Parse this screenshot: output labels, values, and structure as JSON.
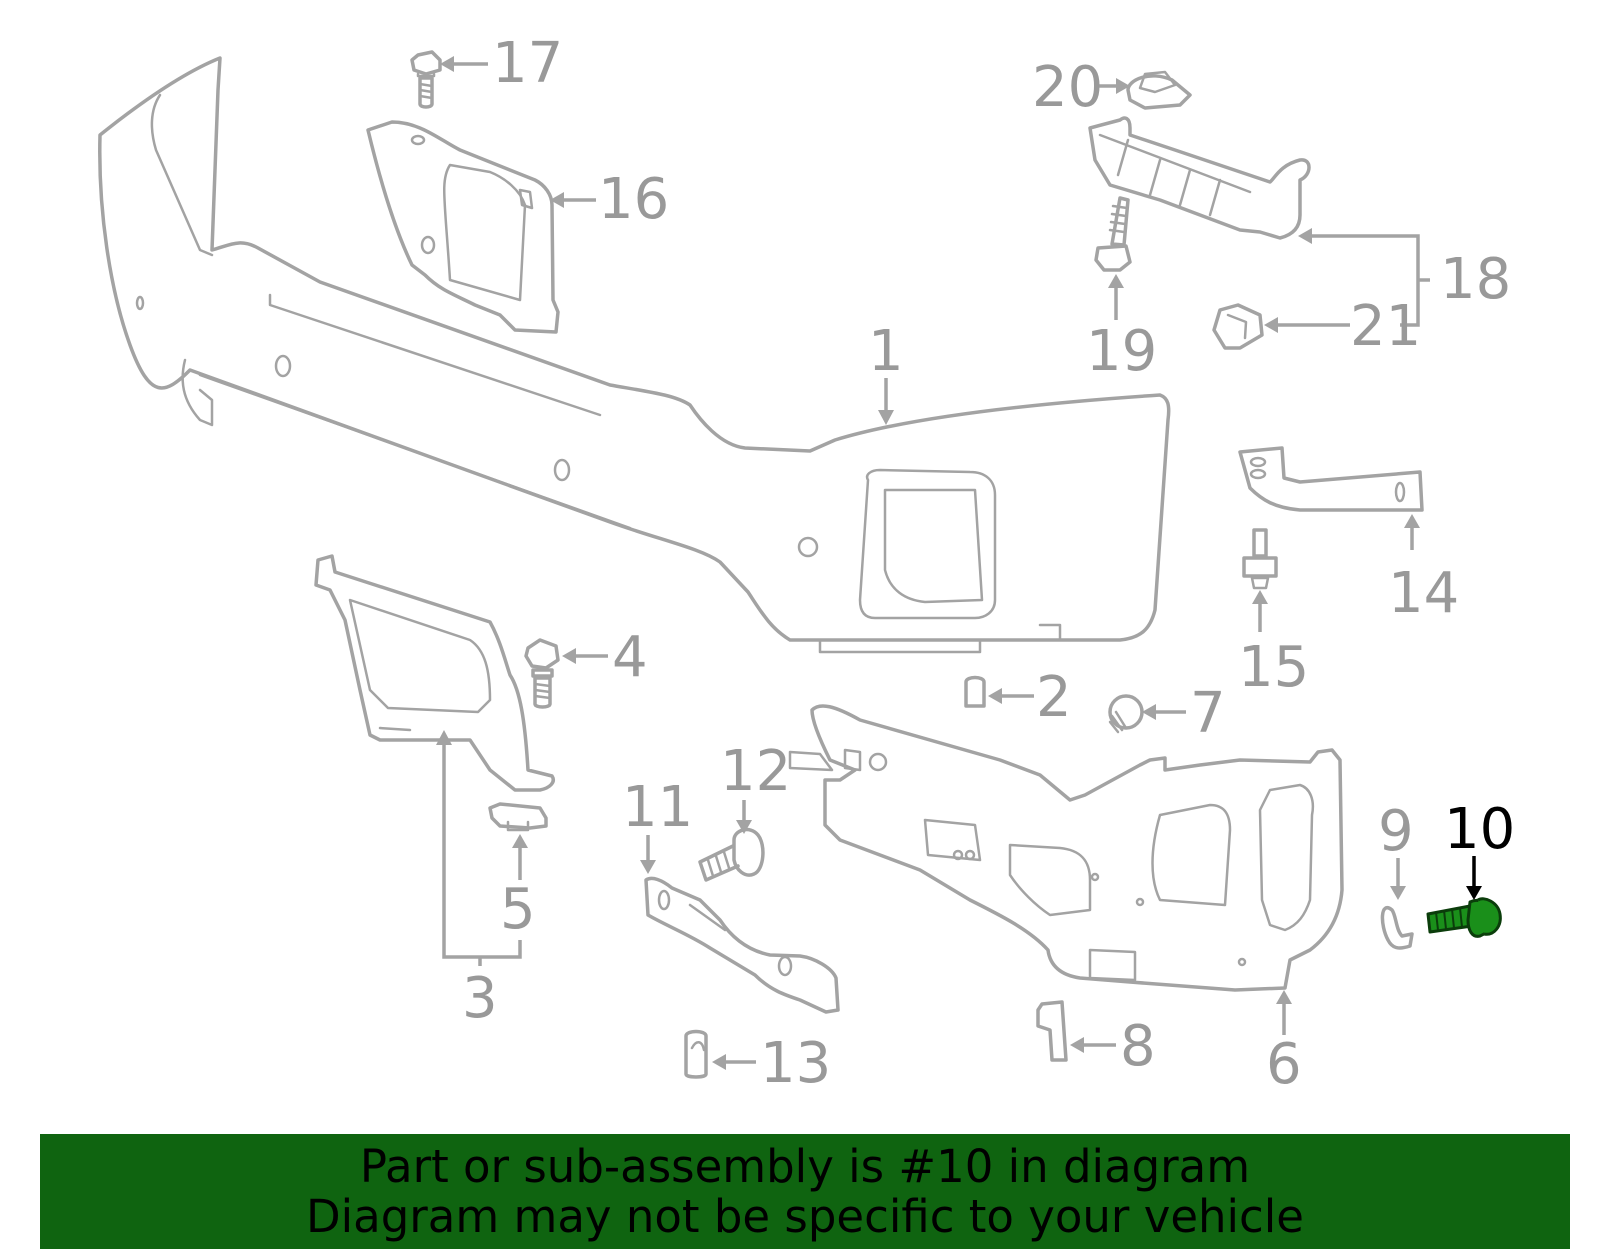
{
  "diagram": {
    "highlighted_part": "10",
    "highlight_color": "#1a8f1a",
    "callouts": {
      "c1": "1",
      "c2": "2",
      "c3": "3",
      "c4": "4",
      "c5": "5",
      "c6": "6",
      "c7": "7",
      "c8": "8",
      "c9": "9",
      "c10": "10",
      "c11": "11",
      "c12": "12",
      "c13": "13",
      "c14": "14",
      "c15": "15",
      "c16": "16",
      "c17": "17",
      "c18": "18",
      "c19": "19",
      "c20": "20",
      "c21": "21"
    }
  },
  "banner": {
    "line1": "Part or sub-assembly is #10 in diagram",
    "line2": "Diagram may not be specific to your vehicle",
    "background_color": "#0f6410"
  }
}
